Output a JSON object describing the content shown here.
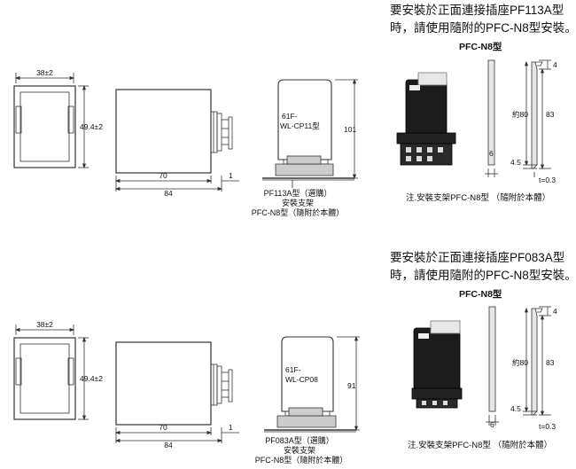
{
  "sections": [
    {
      "heading_line1": "要安裝於正面連接插座PF113A型",
      "heading_line2": "時，請使用隨附的PFC-N8型安裝。",
      "model_label": "PFC-N8型",
      "dims": {
        "front_width": "38±2",
        "front_height": "49.4±2",
        "body_depth": "70",
        "total_depth": "84",
        "gap": "1",
        "cover_height": "101",
        "cover_label_line1": "61F-",
        "cover_label_line2": "WL-CP11型"
      },
      "caption_line1": "PF113A型（選購）",
      "caption_line2": "安裝支架",
      "caption_line3": "PFC-N8型（隨附於本體）",
      "bracket": {
        "top": "4",
        "mid": "約80",
        "total": "83",
        "bottom": "4.5",
        "width": "6",
        "thickness": "t=0.3"
      },
      "note": "注.安裝支架PFC-N8型 （隨附於本體）"
    },
    {
      "heading_line1": "要安裝於正面連接插座PF083A型",
      "heading_line2": "時，請使用隨附的PFC-N8型安裝。",
      "model_label": "PFC-N8型",
      "dims": {
        "front_width": "38±2",
        "front_height": "49.4±2",
        "body_depth": "70",
        "total_depth": "84",
        "gap": "1",
        "cover_height": "91",
        "cover_label_line1": "61F-",
        "cover_label_line2": "WL-CP08"
      },
      "caption_line1": "PF083A型（選購）",
      "caption_line2": "安裝支架",
      "caption_line3": "PFC-N8型（隨附於本體）",
      "bracket": {
        "top": "4",
        "mid": "約80",
        "total": "83",
        "bottom": "4.5",
        "width": "6",
        "thickness": "t=0.3"
      },
      "note": "注.安裝支架PFC-N8型 （隨附於本體）"
    }
  ]
}
